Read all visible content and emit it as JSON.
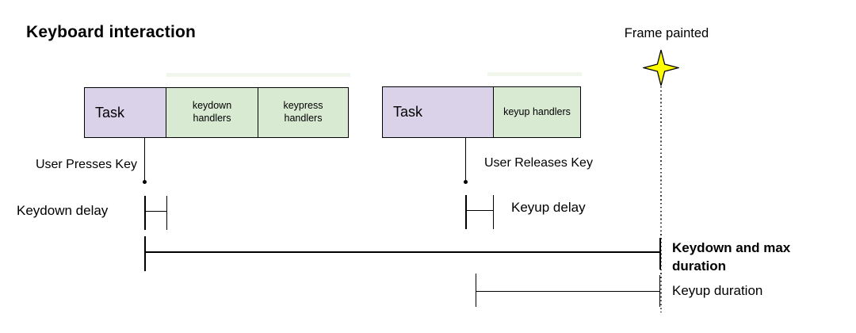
{
  "title": "Keyboard interaction",
  "frame_painted": {
    "label": "Frame painted",
    "icon": "four-point-star-icon"
  },
  "colors": {
    "task_fill": "#d9d2e9",
    "handler_fill": "#d9ead3",
    "star_fill": "#ffff00",
    "line": "#000000"
  },
  "task_bars": {
    "keydown": {
      "segments": [
        {
          "label": "Task"
        },
        {
          "label": "keydown handlers"
        },
        {
          "label": "keypress handlers"
        }
      ]
    },
    "keyup": {
      "segments": [
        {
          "label": "Task"
        },
        {
          "label": "keyup handlers"
        }
      ]
    }
  },
  "events": {
    "press": "User Presses Key",
    "release": "User Releases Key"
  },
  "intervals": {
    "keydown_delay": "Keydown delay",
    "keyup_delay": "Keyup delay",
    "keydown_max_duration": "Keydown and max duration",
    "keyup_duration": "Keyup duration"
  }
}
